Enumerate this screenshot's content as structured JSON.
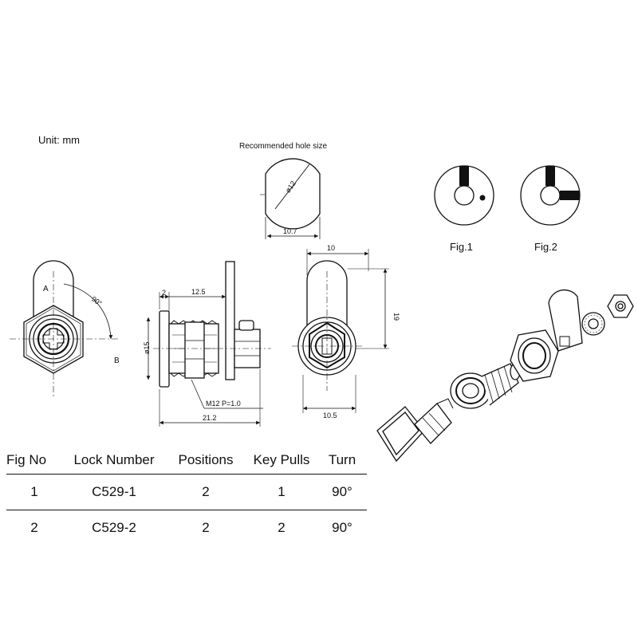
{
  "header": {
    "unit_label": "Unit: mm",
    "hole_title": "Recommended hole size"
  },
  "dimensions": {
    "hole_diameter": "ø12",
    "hole_width": "10.7",
    "front_a": "A",
    "front_b": "B",
    "front_angle": "90°",
    "side_flange": "2",
    "side_thread_len": "12.5",
    "side_diameter": "ø15",
    "side_thread": "M12 P=1.0",
    "side_total": "21.2",
    "rear_top": "10",
    "rear_height": "19",
    "rear_bottom": "10.5"
  },
  "figures": {
    "fig1": "Fig.1",
    "fig2": "Fig.2"
  },
  "table": {
    "headers": [
      "Fig No",
      "Lock Number",
      "Positions",
      "Key Pulls",
      "Turn"
    ],
    "rows": [
      [
        "1",
        "C529-1",
        "2",
        "1",
        "90°"
      ],
      [
        "2",
        "C529-2",
        "2",
        "2",
        "90°"
      ]
    ]
  }
}
